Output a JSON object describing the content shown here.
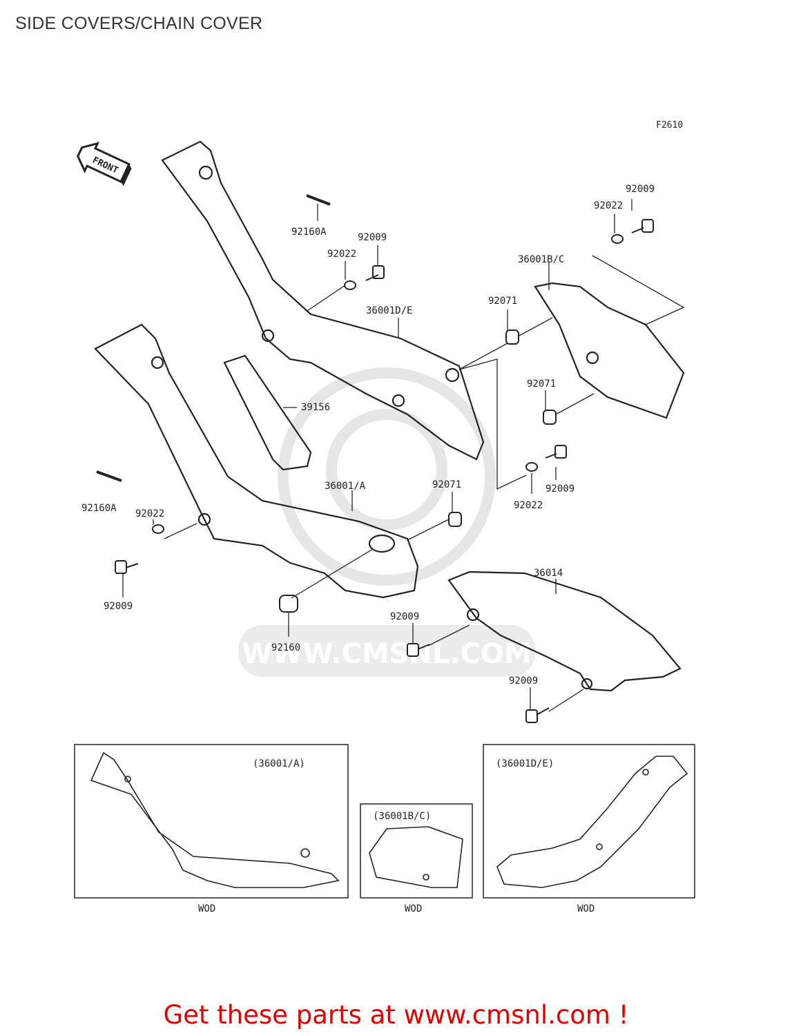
{
  "title": "SIDE COVERS/CHAIN COVER",
  "figure_code": "F2610",
  "front_label": "FRONT",
  "watermark": "WWW.CMSNL.COM",
  "parts": {
    "p_92160A_top": "92160A",
    "p_92009_a": "92009",
    "p_92022_a": "92022",
    "p_36001DE": "36001D/E",
    "p_92009_tr": "92009",
    "p_92022_tr": "92022",
    "p_36001BC": "36001B/C",
    "p_92071_a": "92071",
    "p_92071_b": "92071",
    "p_39156": "39156",
    "p_92009_r": "92009",
    "p_92022_r": "92022",
    "p_36001A": "36001/A",
    "p_92071_c": "92071",
    "p_92160A_left": "92160A",
    "p_92022_left": "92022",
    "p_92009_left": "92009",
    "p_92160": "92160",
    "p_36014": "36014",
    "p_92009_c": "92009",
    "p_92009_d": "92009"
  },
  "insets": [
    {
      "label": "(36001/A)",
      "caption": "WOD"
    },
    {
      "label": "(36001B/C)",
      "caption": "WOD"
    },
    {
      "label": "(36001D/E)",
      "caption": "WOD"
    }
  ],
  "footer": "Get these parts at www.cmsnl.com !",
  "colors": {
    "line": "#222222",
    "footer": "#e00000",
    "watermark": "#e6e6e6"
  }
}
